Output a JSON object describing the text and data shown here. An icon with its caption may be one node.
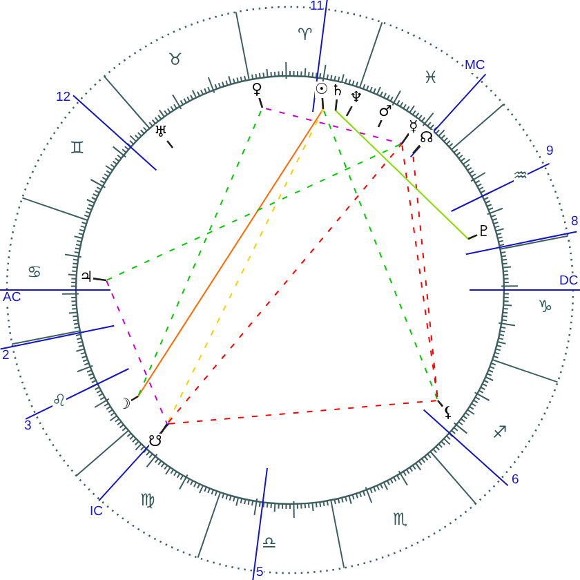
{
  "diagram": {
    "nodes": [
      {
        "text": [
          "♀"
        ]
      },
      {
        "text": [
          "☉"
        ]
      },
      {
        "text": [
          "♄"
        ]
      },
      {
        "text": [
          "♆"
        ]
      },
      {
        "text": [
          "♂"
        ]
      },
      {
        "text": [
          "☿"
        ]
      },
      {
        "text": [
          "☊"
        ]
      },
      {
        "text": [
          "♅"
        ]
      },
      {
        "text": [
          "♇"
        ]
      },
      {
        "text": [
          "♃"
        ]
      },
      {
        "text": [
          "☽"
        ]
      },
      {
        "text": [
          "☋"
        ]
      },
      {
        "text": [
          "⚸"
        ]
      }
    ],
    "edges": [
      {
        "from": 10,
        "to": 1,
        "arrow": "none",
        "color": "#ff6a00"
      },
      {
        "from": 11,
        "to": 1,
        "arrow": "none",
        "style": "dashed",
        "color": "#f2d200"
      },
      {
        "from": 0,
        "to": 10,
        "arrow": "none",
        "style": "dashed",
        "color": "#00cc00"
      },
      {
        "from": 9,
        "to": 5,
        "arrow": "none",
        "style": "dashed",
        "color": "#00cc00"
      },
      {
        "from": 1,
        "to": 12,
        "arrow": "none",
        "style": "dashed",
        "color": "#00cc00"
      },
      {
        "from": 9,
        "to": 11,
        "arrow": "none",
        "style": "dashed",
        "color": "#cc00cc"
      },
      {
        "from": 0,
        "to": 5,
        "arrow": "none",
        "style": "dashed",
        "color": "#cc00cc"
      },
      {
        "from": 11,
        "to": 12,
        "arrow": "none",
        "style": "dashed",
        "color": "#ff0000"
      },
      {
        "from": 11,
        "to": 5,
        "arrow": "none",
        "style": "dashed",
        "color": "#ff0000"
      },
      {
        "from": 5,
        "to": 12,
        "arrow": "none",
        "style": "dashed",
        "color": "#ff0000"
      },
      {
        "from": 6,
        "to": 12,
        "arrow": "none",
        "style": "dashed",
        "color": "#ff0000"
      },
      {
        "from": 2,
        "to": 8,
        "arrow": "none",
        "color": "#88dd00"
      },
      {
        "from": 0,
        "to": null,
        "arrow": "none"
      },
      {
        "from": 1,
        "to": null,
        "arrow": "none"
      },
      {
        "from": 2,
        "to": null,
        "arrow": "none"
      },
      {
        "from": 3,
        "to": null,
        "arrow": "none"
      },
      {
        "from": 4,
        "to": null,
        "arrow": "none"
      },
      {
        "from": 5,
        "to": null,
        "arrow": "none"
      },
      {
        "from": 6,
        "to": null,
        "arrow": "none"
      },
      {
        "from": 7,
        "to": null,
        "arrow": "none"
      },
      {
        "from": 8,
        "to": null,
        "arrow": "none"
      },
      {
        "from": 9,
        "to": null,
        "arrow": "none"
      },
      {
        "from": 10,
        "to": null,
        "arrow": "none"
      },
      {
        "from": 11,
        "to": null,
        "arrow": "none"
      },
      {
        "from": 12,
        "to": null,
        "arrow": "none"
      }
    ],
    "labels": [
      "11",
      "♈",
      "♉",
      "MC",
      "♓",
      "12",
      "♊",
      "9",
      "♒",
      "8",
      "♋",
      "DC",
      "AC",
      "♑",
      "2",
      "♌",
      "3",
      "♐",
      "6",
      "♍",
      "IC",
      "♏",
      "♎",
      "5"
    ]
  }
}
